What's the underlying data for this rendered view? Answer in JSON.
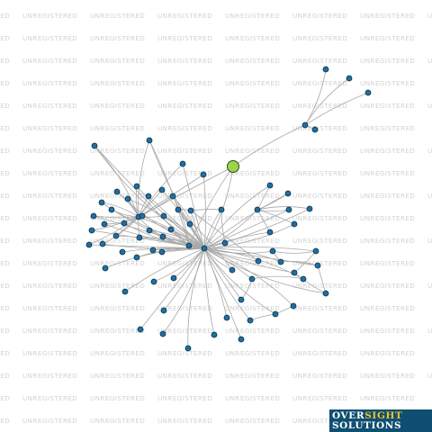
{
  "watermark": {
    "text": "UNREGISTERED"
  },
  "logo": {
    "word1": "OVER",
    "word2": "SIGHT",
    "word3": "SOLUTIONS"
  },
  "colors": {
    "node": "#1e6fa3",
    "node_outline": "#0e2f45",
    "focus_node": "#9bd64a",
    "edge": "#a8a8a8",
    "logo_background": "#0f4f72",
    "logo_accent": "#f2c029"
  },
  "graph": {
    "nodes": [
      {
        "id": "focus",
        "focus": true
      },
      {
        "id": "hub1"
      },
      {
        "id": "hub2"
      },
      {
        "id": "hub3"
      },
      {
        "id": "hub4"
      },
      {
        "id": "n1"
      },
      {
        "id": "n2"
      },
      {
        "id": "n3"
      },
      {
        "id": "n4"
      },
      {
        "id": "n5"
      },
      {
        "id": "n6"
      },
      {
        "id": "n7"
      },
      {
        "id": "n8"
      },
      {
        "id": "n9"
      },
      {
        "id": "n10"
      },
      {
        "id": "n11"
      },
      {
        "id": "n12"
      },
      {
        "id": "n13"
      },
      {
        "id": "n14"
      },
      {
        "id": "n15"
      },
      {
        "id": "n16"
      },
      {
        "id": "n17"
      },
      {
        "id": "n18"
      },
      {
        "id": "n19"
      },
      {
        "id": "n20"
      },
      {
        "id": "n21"
      },
      {
        "id": "n22"
      },
      {
        "id": "n23"
      },
      {
        "id": "n24"
      },
      {
        "id": "n25"
      },
      {
        "id": "n26"
      },
      {
        "id": "n27"
      },
      {
        "id": "n28"
      },
      {
        "id": "n29"
      },
      {
        "id": "n30"
      },
      {
        "id": "n31"
      },
      {
        "id": "n32"
      },
      {
        "id": "n33"
      },
      {
        "id": "n34"
      },
      {
        "id": "n35"
      },
      {
        "id": "n36"
      },
      {
        "id": "n37"
      },
      {
        "id": "n38"
      },
      {
        "id": "n39"
      },
      {
        "id": "n40"
      },
      {
        "id": "n41"
      },
      {
        "id": "n42"
      },
      {
        "id": "n43"
      },
      {
        "id": "n44"
      },
      {
        "id": "n45"
      },
      {
        "id": "n46"
      },
      {
        "id": "n47"
      },
      {
        "id": "n48"
      },
      {
        "id": "n49"
      },
      {
        "id": "n50"
      },
      {
        "id": "n51"
      },
      {
        "id": "n52"
      },
      {
        "id": "n53"
      },
      {
        "id": "n54"
      },
      {
        "id": "n55"
      },
      {
        "id": "n56"
      },
      {
        "id": "n57"
      },
      {
        "id": "n58"
      },
      {
        "id": "n59"
      },
      {
        "id": "n60"
      },
      {
        "id": "n61"
      },
      {
        "id": "n62"
      },
      {
        "id": "n63"
      },
      {
        "id": "n64"
      },
      {
        "id": "n65"
      },
      {
        "id": "n66"
      },
      {
        "id": "n67"
      },
      {
        "id": "n68"
      },
      {
        "id": "n69"
      },
      {
        "id": "n70"
      }
    ],
    "edges": [
      [
        "focus",
        "hub1"
      ],
      [
        "focus",
        "hub2"
      ],
      [
        "focus",
        "hub3"
      ],
      [
        "focus",
        "n10"
      ],
      [
        "hub2",
        "n1"
      ],
      [
        "hub2",
        "n2"
      ],
      [
        "hub2",
        "n3"
      ],
      [
        "hub2",
        "n4"
      ],
      [
        "hub1",
        "hub3"
      ],
      [
        "hub1",
        "hub4"
      ],
      [
        "hub1",
        "n5"
      ],
      [
        "hub1",
        "n6"
      ],
      [
        "hub1",
        "n7"
      ],
      [
        "hub1",
        "n8"
      ],
      [
        "hub1",
        "n9"
      ],
      [
        "hub1",
        "n11"
      ],
      [
        "hub1",
        "n12"
      ],
      [
        "hub1",
        "n13"
      ],
      [
        "hub1",
        "n14"
      ],
      [
        "hub1",
        "n15"
      ],
      [
        "hub1",
        "n16"
      ],
      [
        "hub1",
        "n17"
      ],
      [
        "hub1",
        "n18"
      ],
      [
        "hub1",
        "n19"
      ],
      [
        "hub1",
        "n20"
      ],
      [
        "hub1",
        "n21"
      ],
      [
        "hub1",
        "n22"
      ],
      [
        "hub1",
        "n23"
      ],
      [
        "hub1",
        "n24"
      ],
      [
        "hub1",
        "n25"
      ],
      [
        "hub1",
        "n26"
      ],
      [
        "hub1",
        "n27"
      ],
      [
        "hub1",
        "n28"
      ],
      [
        "hub1",
        "n29"
      ],
      [
        "hub1",
        "n30"
      ],
      [
        "hub1",
        "n31"
      ],
      [
        "hub1",
        "n32"
      ],
      [
        "hub1",
        "n33"
      ],
      [
        "hub1",
        "n34"
      ],
      [
        "hub1",
        "n35"
      ],
      [
        "hub1",
        "n36"
      ],
      [
        "hub1",
        "n37"
      ],
      [
        "hub1",
        "n38"
      ],
      [
        "hub1",
        "n39"
      ],
      [
        "hub1",
        "n40"
      ],
      [
        "hub1",
        "n41"
      ],
      [
        "hub1",
        "n42"
      ],
      [
        "hub1",
        "n43"
      ],
      [
        "hub1",
        "n44"
      ],
      [
        "hub1",
        "n45"
      ],
      [
        "hub1",
        "n46"
      ],
      [
        "hub1",
        "n47"
      ],
      [
        "hub1",
        "n48"
      ],
      [
        "hub1",
        "n49"
      ],
      [
        "hub1",
        "n50"
      ],
      [
        "hub1",
        "n51"
      ],
      [
        "hub1",
        "n52"
      ],
      [
        "hub1",
        "n53"
      ],
      [
        "hub1",
        "n54"
      ],
      [
        "hub1",
        "n55"
      ],
      [
        "hub1",
        "n56"
      ],
      [
        "hub1",
        "n57"
      ],
      [
        "hub1",
        "n58"
      ],
      [
        "hub1",
        "n59"
      ],
      [
        "hub1",
        "n60"
      ],
      [
        "hub1",
        "n61"
      ],
      [
        "hub1",
        "n62"
      ],
      [
        "hub1",
        "n63"
      ],
      [
        "hub1",
        "n64"
      ],
      [
        "hub3",
        "n5"
      ],
      [
        "hub3",
        "n6"
      ],
      [
        "hub3",
        "n7"
      ],
      [
        "hub3",
        "n8"
      ],
      [
        "hub3",
        "n9"
      ],
      [
        "hub3",
        "n11"
      ],
      [
        "hub3",
        "n12"
      ],
      [
        "hub3",
        "n13"
      ],
      [
        "hub3",
        "n14"
      ],
      [
        "hub3",
        "n15"
      ],
      [
        "hub3",
        "n16"
      ],
      [
        "hub3",
        "n17"
      ],
      [
        "hub3",
        "n18"
      ],
      [
        "hub3",
        "n19"
      ],
      [
        "hub3",
        "n20"
      ],
      [
        "hub3",
        "n21"
      ],
      [
        "hub3",
        "n22"
      ],
      [
        "hub3",
        "n23"
      ],
      [
        "hub3",
        "n24"
      ],
      [
        "hub3",
        "n25"
      ],
      [
        "hub3",
        "n26"
      ],
      [
        "hub3",
        "n27"
      ],
      [
        "hub3",
        "n28"
      ],
      [
        "n10",
        "n5"
      ],
      [
        "n10",
        "n6"
      ],
      [
        "n10",
        "n9"
      ],
      [
        "n10",
        "n65"
      ],
      [
        "n10",
        "n66"
      ],
      [
        "hub4",
        "n31"
      ],
      [
        "hub4",
        "n32"
      ],
      [
        "hub4",
        "n33"
      ],
      [
        "hub4",
        "n34"
      ],
      [
        "hub4",
        "n35"
      ],
      [
        "hub4",
        "n67"
      ],
      [
        "n40",
        "n41"
      ],
      [
        "n40",
        "n42"
      ],
      [
        "n41",
        "n43"
      ],
      [
        "n42",
        "n44"
      ],
      [
        "n43",
        "n45"
      ],
      [
        "n44",
        "n45"
      ],
      [
        "n46",
        "n47"
      ],
      [
        "n47",
        "n48"
      ],
      [
        "n49",
        "n50"
      ],
      [
        "n50",
        "n51"
      ],
      [
        "n36",
        "n37"
      ],
      [
        "n37",
        "n38"
      ],
      [
        "n38",
        "n39"
      ],
      [
        "n68",
        "n36"
      ],
      [
        "n69",
        "n37"
      ],
      [
        "n70",
        "n38"
      ],
      [
        "hub1",
        "n65"
      ],
      [
        "hub1",
        "n66"
      ],
      [
        "hub1",
        "n67"
      ],
      [
        "hub1",
        "n68"
      ],
      [
        "hub1",
        "n69"
      ],
      [
        "hub1",
        "n70"
      ]
    ]
  }
}
